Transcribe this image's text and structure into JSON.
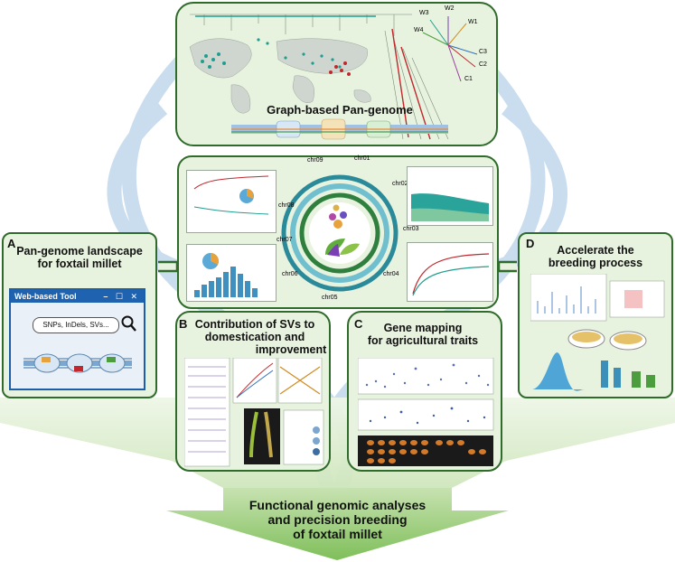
{
  "top_panel": {
    "title": "Graph-based Pan-genome"
  },
  "tree_labels": [
    "W3",
    "W2",
    "W1",
    "W4",
    "C3",
    "C2",
    "C1"
  ],
  "chromosomes": [
    "chr01",
    "chr02",
    "chr03",
    "chr04",
    "chr05",
    "chr06",
    "chr07",
    "chr08",
    "chr09"
  ],
  "panel_a": {
    "letter": "A",
    "title_line1": "Pan-genome landscape",
    "title_line2": "for foxtail millet",
    "tool": {
      "title": "Web-based Tool",
      "controls": "– ☐ ✕",
      "search_text": "SNPs, InDels, SVs..."
    }
  },
  "panel_b": {
    "letter": "B",
    "title_line1": "Contribution of SVs to",
    "title_line2": "domestication and",
    "title_line3": "improvement"
  },
  "panel_c": {
    "letter": "C",
    "title_line1": "Gene mapping",
    "title_line2": "for agricultural traits"
  },
  "panel_d": {
    "letter": "D",
    "title_line1": "Accelerate the",
    "title_line2": "breeding process"
  },
  "bottom": {
    "line1": "Functional genomic analyses",
    "line2": "and precision breeding",
    "line3": "of foxtail millet"
  },
  "colors": {
    "panel_border": "#2f6b2a",
    "panel_fill": "#e8f3df",
    "arrow_fill": "#a8d08d",
    "helix": "#b9d3ea",
    "teal": "#1f9e8f",
    "red": "#c0282d",
    "tool_blue": "#1e62b0"
  }
}
